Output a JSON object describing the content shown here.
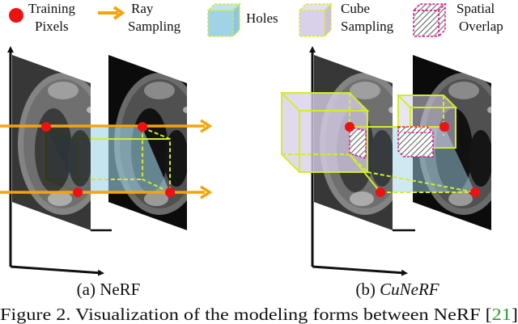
{
  "legend": {
    "items": [
      {
        "key": "training-pixels",
        "lines": [
          "Training",
          "Pixels"
        ],
        "color": "#ee1111"
      },
      {
        "key": "ray-sampling",
        "lines": [
          "Ray",
          "Sampling"
        ],
        "color": "#f5a30a"
      },
      {
        "key": "holes",
        "lines": [
          "Holes"
        ],
        "color": "#9fd3e6"
      },
      {
        "key": "cube-sampling",
        "lines": [
          "Cube",
          "Sampling"
        ],
        "color": "#d9d0ea"
      },
      {
        "key": "spatial-overlap",
        "lines": [
          "Spatial",
          "Overlap"
        ],
        "color": "#e0148c"
      }
    ]
  },
  "panels": {
    "left_caption_prefix": "(a) ",
    "left_caption_name": "NeRF",
    "right_caption_prefix": "(b) ",
    "right_caption_name": "CuNeRF"
  },
  "caption": {
    "text": "Figure 2. Visualization of the modeling forms between NeRF [",
    "ref": "21",
    "close": "]"
  },
  "colors": {
    "accent_red": "#ee1111",
    "ray_orange": "#f5a30a",
    "cube_edge": "#d4ec28",
    "hole_blue": "#9fd3e6",
    "cube_fill": "#d9d0ea",
    "overlap_magenta": "#e0148c"
  }
}
